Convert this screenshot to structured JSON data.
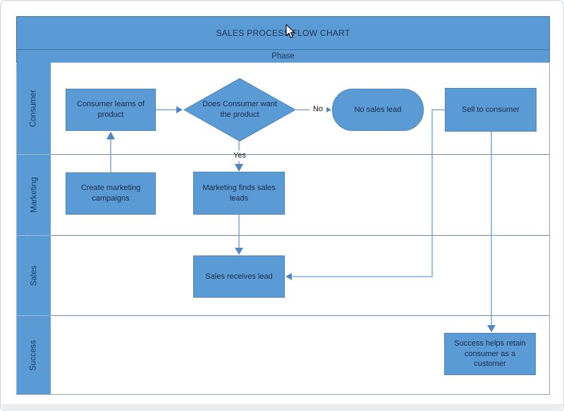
{
  "chart": {
    "title": "SALES PROCESS FLOW CHART",
    "phase_label": "Phase",
    "lanes": [
      {
        "label": "Consumer"
      },
      {
        "label": "Marketing"
      },
      {
        "label": "Sales"
      },
      {
        "label": "Success"
      }
    ]
  },
  "nodes": {
    "consumer_learns": {
      "type": "process",
      "label": "Consumer learns of product"
    },
    "decision_want_product": {
      "type": "decision",
      "label": "Does Consumer want the product"
    },
    "no_sales_lead": {
      "type": "terminator",
      "label": "No sales lead"
    },
    "sell_to_consumer": {
      "type": "process",
      "label": "Sell to consumer"
    },
    "create_marketing": {
      "type": "process",
      "label": "Create marketing campaigns"
    },
    "marketing_finds": {
      "type": "process",
      "label": "Marketing finds sales leads"
    },
    "sales_receives": {
      "type": "process",
      "label": "Sales receives lead"
    },
    "success_retain": {
      "type": "process",
      "label": "Success helps retain consumer as a customer"
    }
  },
  "edges": {
    "no_label": "No",
    "yes_label": "Yes"
  },
  "colors": {
    "shape_fill": "#5b9bd5",
    "shape_border": "#4d86bb",
    "bar_border": "#41719c",
    "connector": "#7fa8d4",
    "arrowhead": "#4e87c4",
    "lane_line": "#6e89a3",
    "text_dark": "#1b2a4a"
  }
}
